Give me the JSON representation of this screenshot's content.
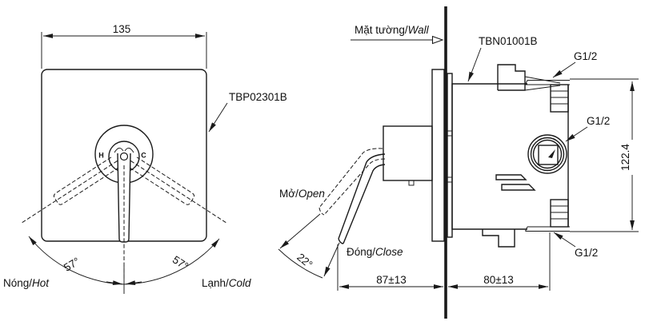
{
  "page": {
    "background": "#ffffff",
    "line_color": "#1a1a1a"
  },
  "front_view": {
    "product_code": "TBP02301B",
    "width_dim": "135",
    "hot_angle": "57°",
    "cold_angle": "57°",
    "hot_label": {
      "vi": "Nóng/",
      "en": "Hot"
    },
    "cold_label": {
      "vi": "Lạnh/",
      "en": "Cold"
    },
    "marker_hot": "H",
    "marker_cold": "C"
  },
  "side_view": {
    "product_code": "TBN01001B",
    "wall_label": {
      "vi": "Mặt tường/",
      "en": "Wall"
    },
    "open_label": {
      "vi": "Mở/",
      "en": "Open"
    },
    "close_label": {
      "vi": "Đóng/",
      "en": "Close"
    },
    "open_angle": "22°",
    "front_depth_dim": "87±13",
    "rear_depth_dim": "80±13",
    "height_dim": "122.4",
    "thread_top": "G1/2",
    "thread_front": "G1/2",
    "thread_bottom": "G1/2"
  }
}
